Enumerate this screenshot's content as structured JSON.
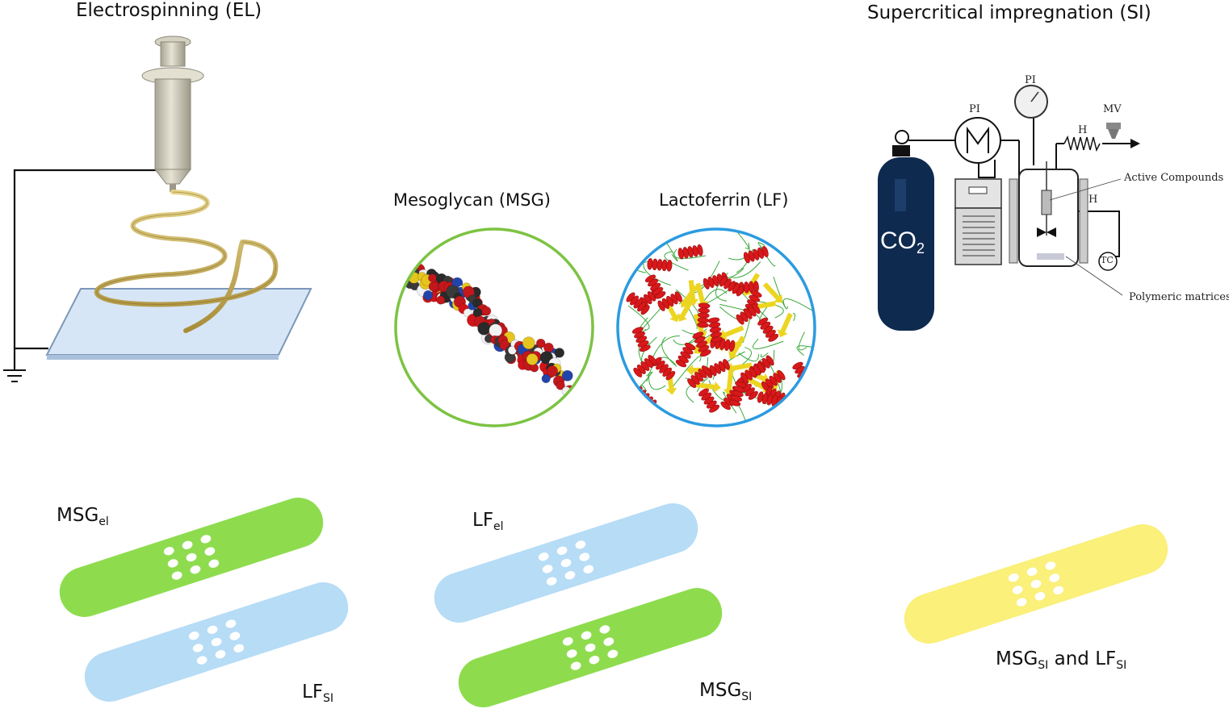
{
  "electrospinning": {
    "title": "Electrospinning (EL)"
  },
  "supercritical": {
    "title": "Supercritical impregnation (SI)",
    "co2": {
      "main": "CO",
      "sub": "2"
    },
    "labels": {
      "pi_left": "PI",
      "pi_top": "PI",
      "mv": "MV",
      "h_top": "H",
      "h_right": "H",
      "tc": "TC",
      "active_compounds": "Active Compounds",
      "polymeric_matrices": "Polymeric matrices"
    }
  },
  "molecules": {
    "msg": {
      "label": "Mesoglycan (MSG)"
    },
    "lf": {
      "label": "Lactoferrin (LF)"
    }
  },
  "patches": {
    "msg_el": {
      "main": "MSG",
      "sub": "el"
    },
    "lf_si_1": {
      "main": "LF",
      "sub": "SI"
    },
    "lf_el": {
      "main": "LF",
      "sub": "el"
    },
    "msg_si_1": {
      "main": "MSG",
      "sub": "SI"
    },
    "combo": {
      "main1": "MSG",
      "sub1": "SI",
      "and": "and",
      "main2": "LF",
      "sub2": "SI"
    }
  },
  "colors": {
    "green_patch": "#8edc4e",
    "blue_patch": "#b6dcf6",
    "yellow_patch": "#faf07a",
    "msg_ring": "#7cc343",
    "lf_ring": "#2b9be0",
    "cylinder": "#0f2a4f",
    "coil": "#c9b15a",
    "plate": "#d7e6f7",
    "helix_red": "#d8181a",
    "sheet_yellow": "#ecd521",
    "loop_green": "#3ca83c"
  }
}
